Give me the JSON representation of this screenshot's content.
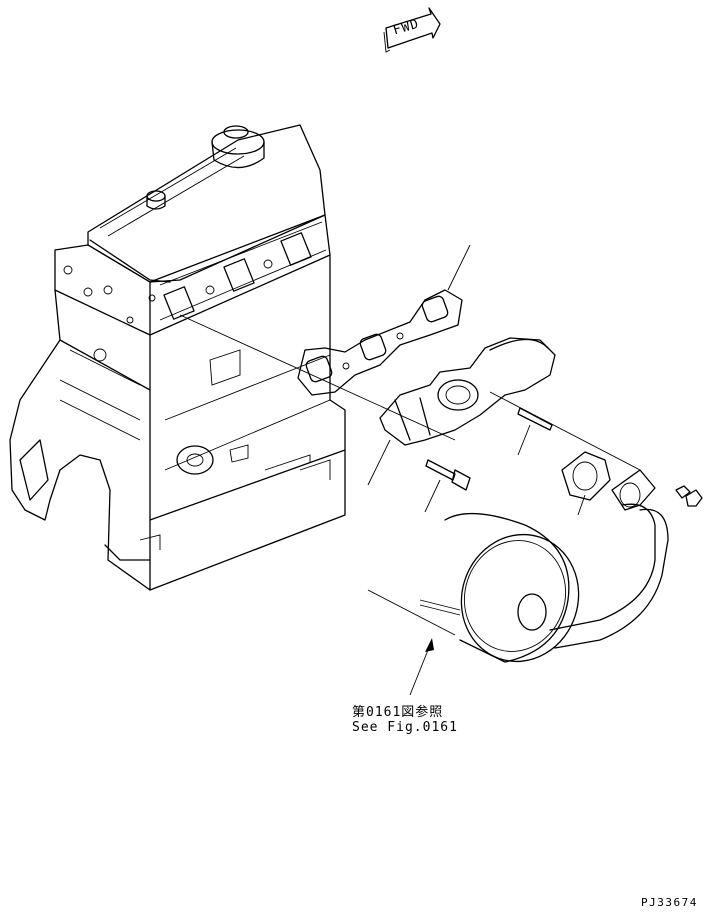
{
  "fwd_label": "FWD",
  "callout": {
    "japanese": "第0161図参照",
    "english": "See Fig.0161"
  },
  "reference_code": "PJ33674"
}
